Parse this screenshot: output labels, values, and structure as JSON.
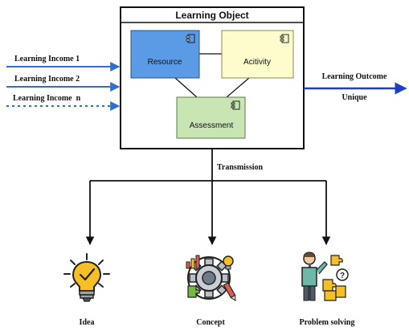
{
  "diagram": {
    "container_title": "Learning Object",
    "inputs": [
      "Learning Income 1",
      "Learning Income 2",
      "Learning Income  n"
    ],
    "output": {
      "label": "Learning Outcome",
      "sublabel": "Unique"
    },
    "nodes": {
      "resource": "Resource",
      "activity": "Acitivity",
      "assessment": "Assessment"
    },
    "transmission_label": "Transmission",
    "results": [
      "Idea",
      "Concept",
      "Problem solving"
    ]
  },
  "colors": {
    "resource": "#5b9be6",
    "activity": "#fdfccc",
    "assessment": "#c9e5b3",
    "arrow_blue": "#2f6fcf",
    "output_arrow": "#1f3fc4",
    "icon_yellow": "#f6bf26",
    "icon_green": "#77b843",
    "icon_teal": "#6fb7a6"
  }
}
